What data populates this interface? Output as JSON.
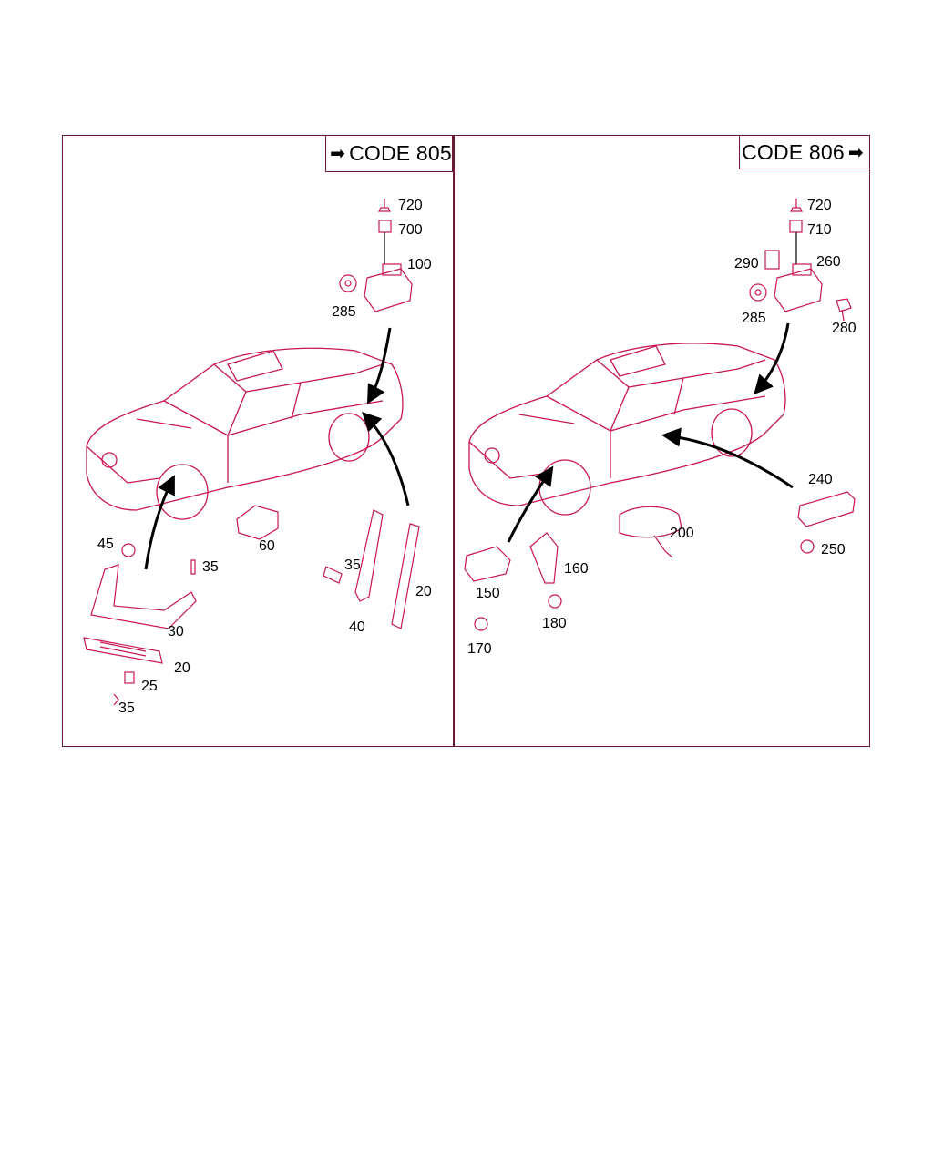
{
  "left_panel": {
    "code_label": "CODE 805",
    "callouts": {
      "c720": "720",
      "c700": "700",
      "c100": "100",
      "c285": "285",
      "c45": "45",
      "c35a": "35",
      "c60": "60",
      "c35b": "35",
      "c20a": "20",
      "c30": "30",
      "c40": "40",
      "c20b": "20",
      "c25": "25",
      "c35c": "35"
    }
  },
  "right_panel": {
    "code_label": "CODE 806",
    "callouts": {
      "c720": "720",
      "c710": "710",
      "c290": "290",
      "c260": "260",
      "c285": "285",
      "c280": "280",
      "c240": "240",
      "c200": "200",
      "c250": "250",
      "c150": "150",
      "c160": "160",
      "c180": "180",
      "c170": "170"
    }
  },
  "colors": {
    "line_art": "#c8174f",
    "frame": "#6b1a33",
    "text": "#000000"
  },
  "icons": {
    "code_805_arrow": "right-arrow-icon",
    "code_806_arrow": "right-arrow-icon"
  }
}
